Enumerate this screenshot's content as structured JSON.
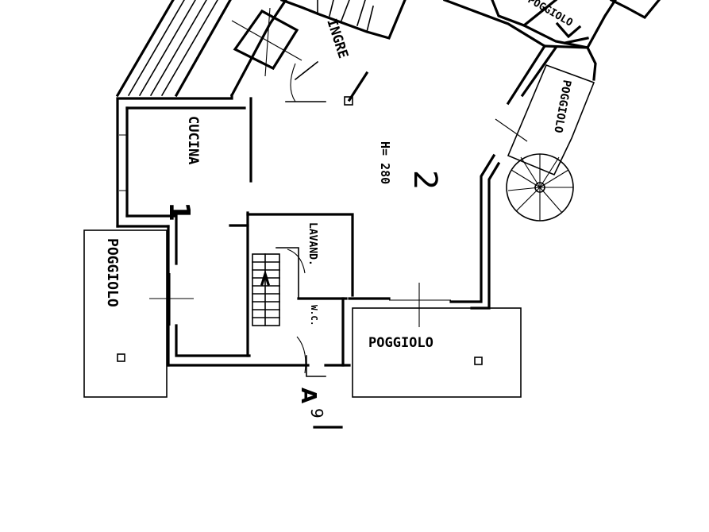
{
  "floorplan": {
    "rooms": {
      "cucina": {
        "label": "CUCINA",
        "number": "1"
      },
      "soggiorno": {
        "height": "H= 280",
        "number": "2"
      },
      "ingresso": {
        "label": "INGRE"
      },
      "lavanderia": {
        "label": "LAVAND."
      },
      "wc": {
        "label": "W.C."
      },
      "poggiolo_left": {
        "label": "POGGIOLO"
      },
      "poggiolo_bottom": {
        "label": "POGGIOLO"
      },
      "poggiolo_right": {
        "label": "POGGIOLO"
      },
      "poggiolo_top": {
        "label": "POGGIOLO"
      }
    },
    "section_marker": {
      "letter": "A",
      "number": "9"
    }
  }
}
